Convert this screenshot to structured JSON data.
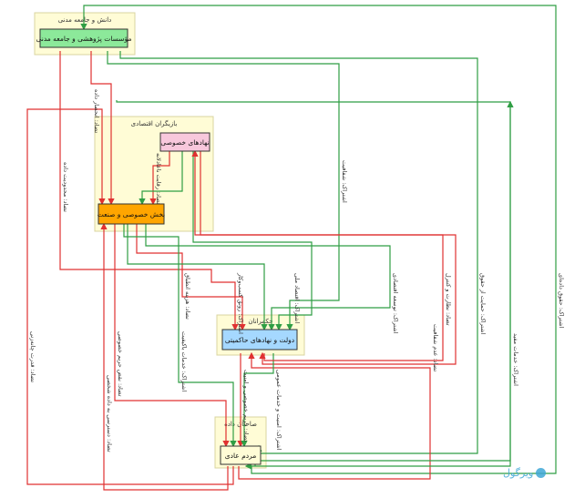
{
  "clusters": {
    "civil": "دانش و جامعه مدنی",
    "economic": "بازیگران اقتصادی",
    "government": "حکمرانان",
    "people": "صاحبان داده"
  },
  "nodes": {
    "research": "مؤسسات پژوهشی و جامعه مدنی",
    "private_institutions": "نهادهای خصوصی",
    "private_sector": "بخش خصوصی و صنعت",
    "government": "دولت و نهادهای حاکمیتی",
    "people": "مردم عادی"
  },
  "edges": {
    "e1": "تضاد: انحصار داده",
    "e2": "تضاد: رقابت ناعادلانه",
    "e3": "تضاد: محدودیت داده",
    "e4": "اشتراک: شفافیت",
    "e5": "تضاد: هزینه انطباق",
    "e6": "اشتراک: رونق کسب‌وکار",
    "e7": "اشتراک: اقتصاد ملی",
    "e8": "اشتراک: توسعه اقتصادی",
    "e9": "تضاد: نظارت و کنترل",
    "e10": "اشتراک: حمایت از حقوق",
    "e11": "اشتراک: حقوق داده‌ای",
    "e12": "تضاد: قدرت چانه‌زنی",
    "e13": "تضاد: نقض حریم خصوصی",
    "e14": "اشتراک: خدمات باکیفیت",
    "e15": "تضاد: عدم شفافیت",
    "e16": "اشتراک: خدمات مفید",
    "e17": "تضاد: دسترسی به داده شخصی",
    "e18": "تضاد: حریم خصوصی و امنیت",
    "e19": "اشتراک: امنیت و خدمات عمومی"
  },
  "colors": {
    "conflict": "#e03131",
    "shared": "#2f9e44",
    "research_fill": "#8ce99a",
    "private_inst_fill": "#f8c8dc",
    "private_sector_fill": "#ffa500",
    "government_fill": "#a5d8ff",
    "people_fill": "#fffcd6"
  },
  "watermark": {
    "text": "ویرگول",
    "icon": "virgool-logo-icon"
  }
}
